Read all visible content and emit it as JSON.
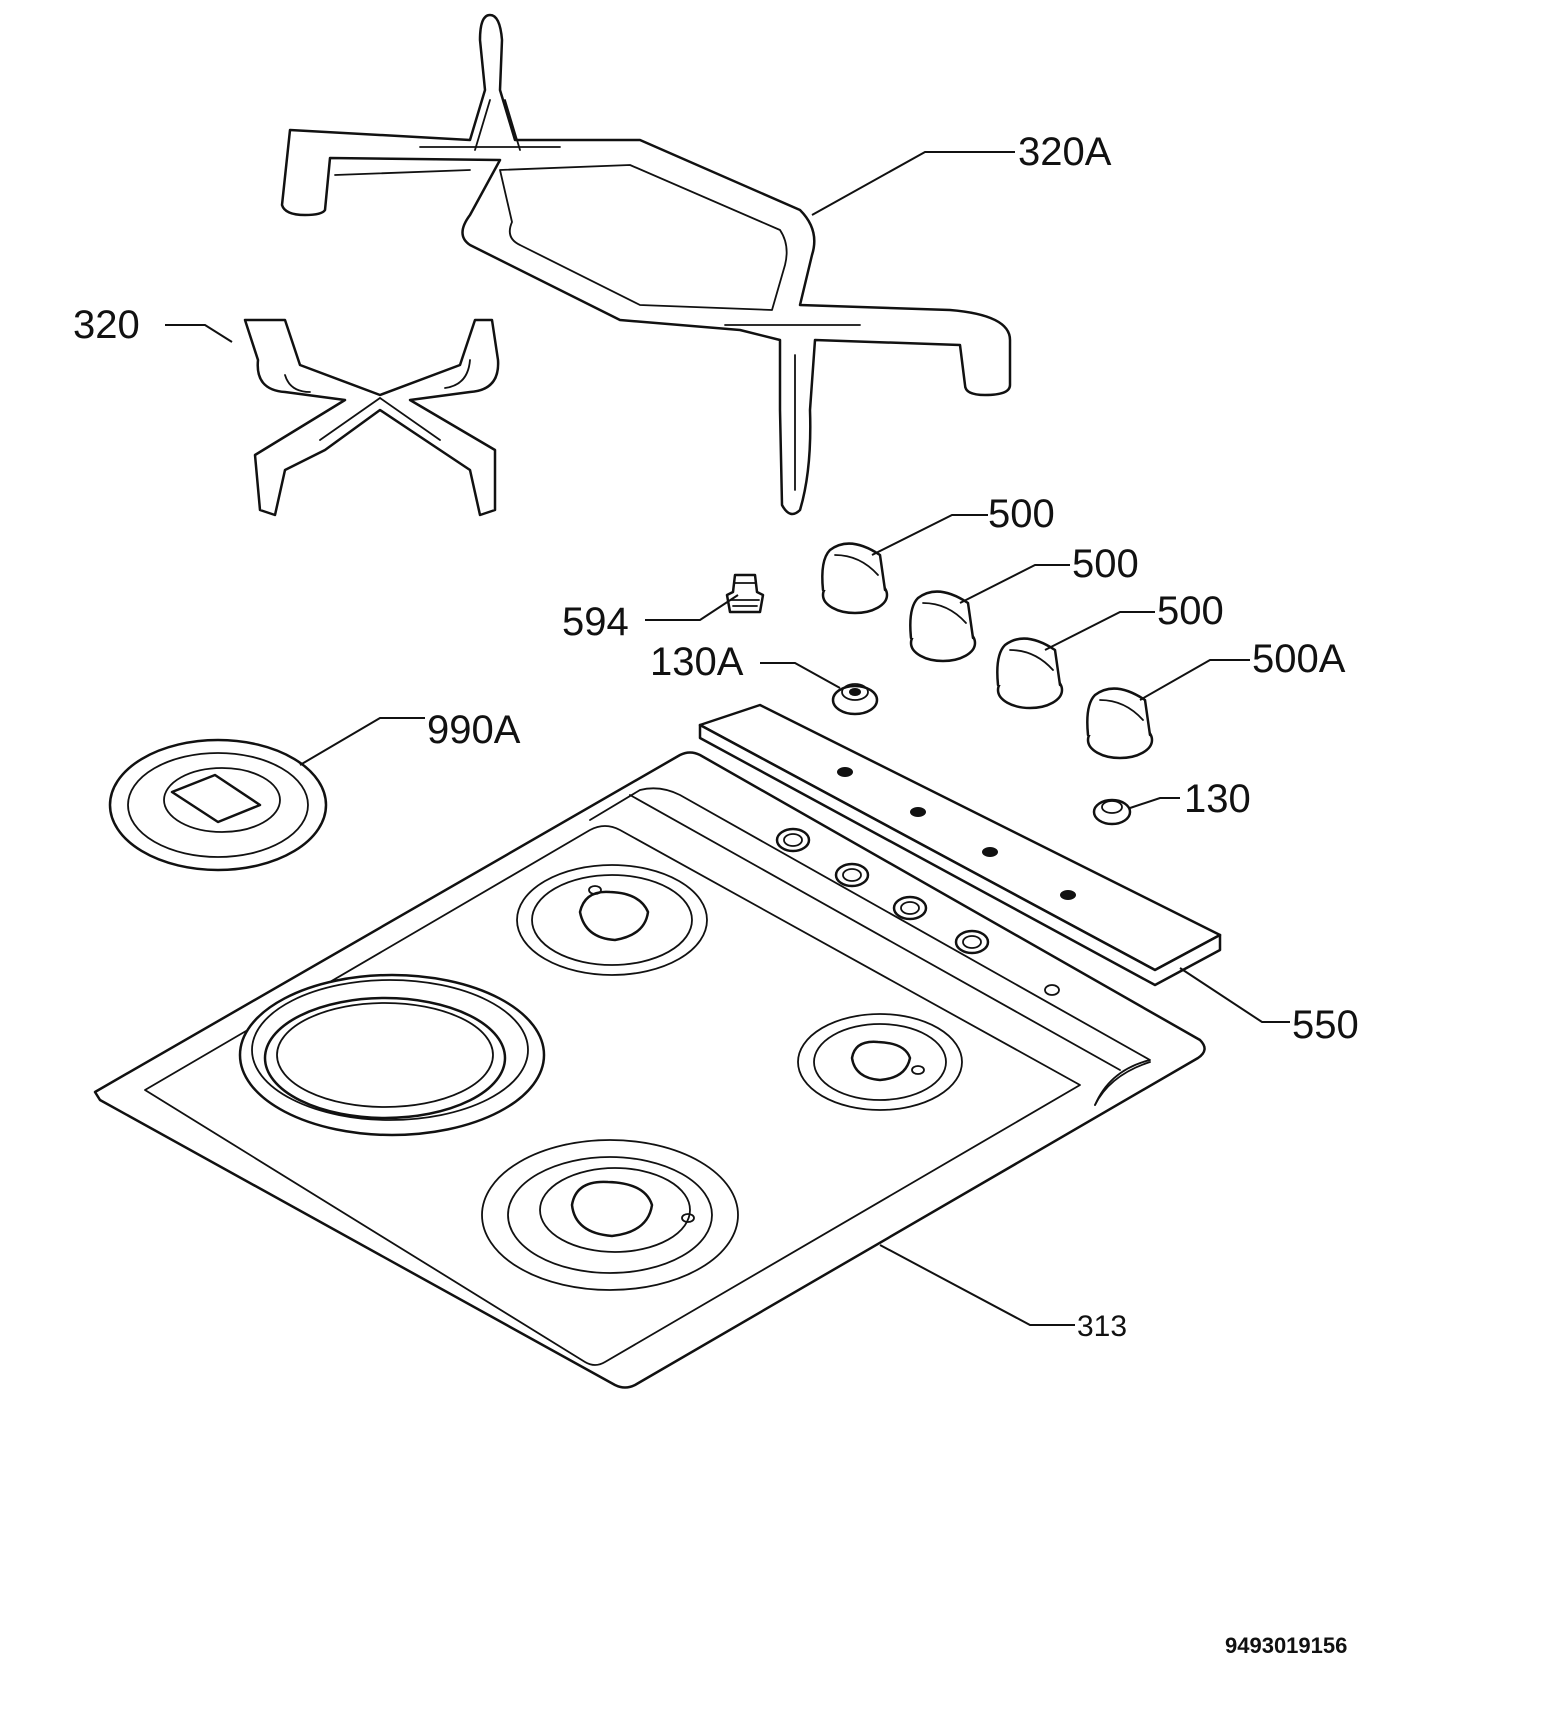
{
  "callouts": {
    "c320A": "320A",
    "c320": "320",
    "c500_1": "500",
    "c500_2": "500",
    "c500_3": "500",
    "c500A": "500A",
    "c594": "594",
    "c130A": "130A",
    "c990A": "990A",
    "c130": "130",
    "c550": "550",
    "c313": "313"
  },
  "document_number": "9493019156",
  "colors": {
    "line": "#111111",
    "background": "#ffffff"
  }
}
